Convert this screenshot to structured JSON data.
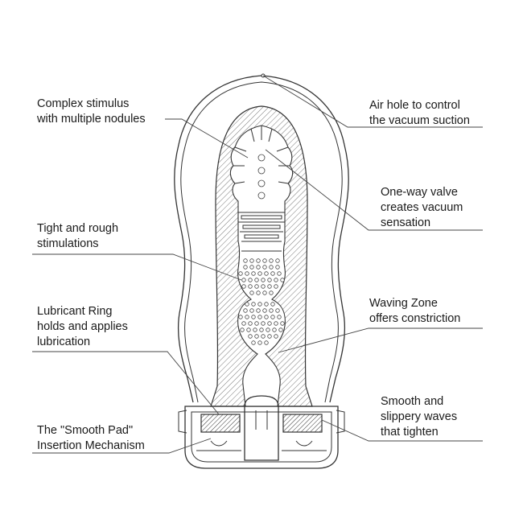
{
  "labels": {
    "complex_stimulus": [
      "Complex stimulus",
      "with multiple nodules"
    ],
    "air_hole": [
      "Air hole to control",
      "the vacuum suction"
    ],
    "one_way_valve": [
      "One-way valve",
      "creates vacuum",
      "sensation"
    ],
    "tight_rough": [
      "Tight and rough",
      "stimulations"
    ],
    "lubricant_ring": [
      "Lubricant Ring",
      "holds and applies",
      "lubrication"
    ],
    "waving_zone": [
      "Waving Zone",
      "offers constriction"
    ],
    "smooth_waves": [
      "Smooth and",
      "slippery waves",
      "that tighten"
    ],
    "smooth_pad": [
      "The \"Smooth Pad\"",
      "Insertion Mechanism"
    ]
  },
  "colors": {
    "line": "#333333",
    "text": "#1a1a1a",
    "background": "#ffffff"
  }
}
